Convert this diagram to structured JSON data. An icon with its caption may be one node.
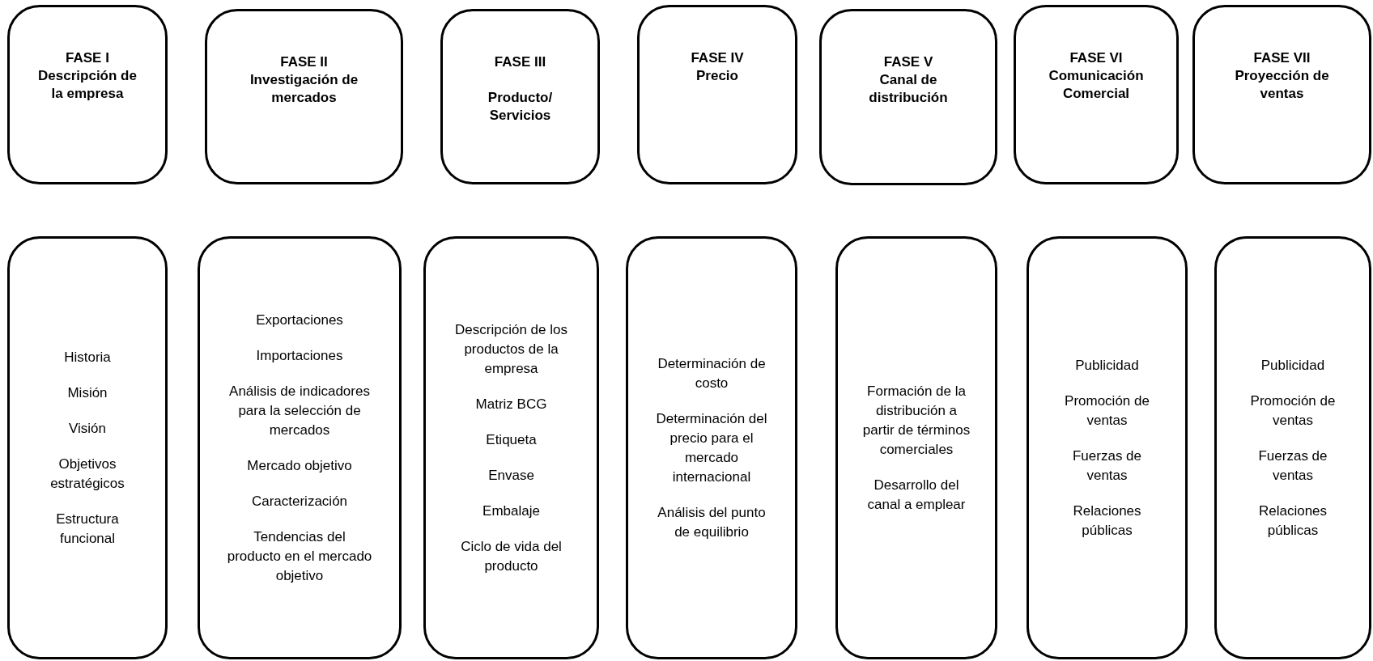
{
  "diagram": {
    "nodes": [
      {
        "text": [
          "FASE I",
          "Descripción de la empresa"
        ]
      },
      {
        "text": [
          "FASE II",
          "Investigación de mercados"
        ]
      },
      {
        "text": [
          "FASE III",
          "Producto/ Servicios"
        ]
      },
      {
        "text": [
          "FASE IV",
          "Precio"
        ]
      },
      {
        "text": [
          "FASE V",
          "Canal de distribución"
        ]
      },
      {
        "text": [
          "FASE VI",
          "Comunicación Comercial"
        ]
      },
      {
        "text": [
          "FASE VII",
          "Proyección de ventas"
        ]
      },
      {
        "text": [
          "Historia",
          "Misión",
          "Visión",
          "Objetivos estratégicos",
          "Estructura funcional"
        ]
      },
      {
        "text": [
          "Exportaciones",
          "Importaciones",
          "Análisis de indicadores para la selección de mercados",
          "Mercado objetivo",
          "Caracterización",
          "Tendencias del producto en el mercado objetivo"
        ]
      },
      {
        "text": [
          "Descripción de los productos de la empresa",
          "Matriz BCG",
          "Etiqueta",
          "Envase",
          "Embalaje",
          "Ciclo de vida del producto"
        ]
      },
      {
        "text": [
          "Determinación de costo",
          "Determinación del precio para el mercado internacional",
          "Análisis del punto de equilibrio"
        ]
      },
      {
        "text": [
          "Formación de la distribución a partir de términos comerciales",
          "Desarrollo del canal a emplear"
        ]
      },
      {
        "text": [
          "Publicidad",
          "Promoción de ventas",
          "Fuerzas de ventas",
          "Relaciones públicas"
        ]
      },
      {
        "text": [
          "Publicidad",
          "Promoción de ventas",
          "Fuerzas de ventas",
          "Relaciones públicas"
        ]
      }
    ]
  }
}
